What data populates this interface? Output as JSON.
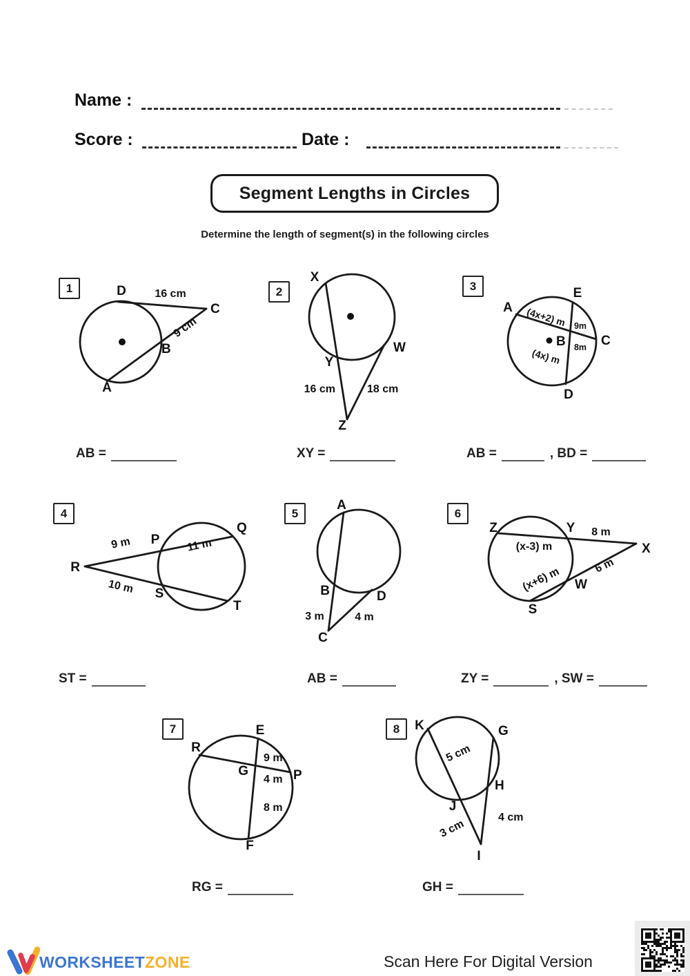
{
  "header": {
    "name_label": "Name :",
    "score_label": "Score :",
    "date_label": "Date :"
  },
  "title": "Segment Lengths in Circles",
  "instructions": "Determine the length of segment(s) in the following circles",
  "problems": [
    {
      "number": "1",
      "labels": {
        "D": "D",
        "C": "C",
        "B": "B",
        "A": "A"
      },
      "measures": {
        "DC": "16 cm",
        "CB": "9 cm"
      },
      "answers": [
        {
          "prefix": "AB ="
        }
      ]
    },
    {
      "number": "2",
      "labels": {
        "X": "X",
        "Y": "Y",
        "W": "W",
        "Z": "Z"
      },
      "measures": {
        "ZY": "16 cm",
        "ZW": "18 cm"
      },
      "answers": [
        {
          "prefix": "XY ="
        }
      ]
    },
    {
      "number": "3",
      "labels": {
        "A": "A",
        "E": "E",
        "B": "B",
        "C": "C",
        "D": "D"
      },
      "measures": {
        "AB": "(4x+2) m",
        "EB": "9m",
        "BC": "8m",
        "BD": "(4x) m"
      },
      "answers": [
        {
          "prefix": "AB ="
        },
        {
          "prefix": ", BD ="
        }
      ]
    },
    {
      "number": "4",
      "labels": {
        "R": "R",
        "P": "P",
        "Q": "Q",
        "S": "S",
        "T": "T"
      },
      "measures": {
        "RP": "9 m",
        "PQ": "11 m",
        "RS": "10 m"
      },
      "answers": [
        {
          "prefix": "ST ="
        }
      ]
    },
    {
      "number": "5",
      "labels": {
        "A": "A",
        "B": "B",
        "C": "C",
        "D": "D"
      },
      "measures": {
        "CB": "3 m",
        "CD": "4 m"
      },
      "answers": [
        {
          "prefix": "AB ="
        }
      ]
    },
    {
      "number": "6",
      "labels": {
        "Z": "Z",
        "Y": "Y",
        "X": "X",
        "W": "W",
        "S": "S"
      },
      "measures": {
        "YX": "8 m",
        "ZY": "(x-3) m",
        "WX": "6 m",
        "SW": "(x+6) m"
      },
      "answers": [
        {
          "prefix": "ZY ="
        },
        {
          "prefix": ", SW ="
        }
      ]
    },
    {
      "number": "7",
      "labels": {
        "R": "R",
        "E": "E",
        "G": "G",
        "P": "P",
        "F": "F"
      },
      "measures": {
        "EG": "9 m",
        "GP": "4 m",
        "GF": "8 m"
      },
      "answers": [
        {
          "prefix": "RG ="
        }
      ]
    },
    {
      "number": "8",
      "labels": {
        "K": "K",
        "G": "G",
        "H": "H",
        "J": "J",
        "I": "I"
      },
      "measures": {
        "KJ": "5 cm",
        "JI": "3 cm",
        "HI": "4 cm"
      },
      "answers": [
        {
          "prefix": "GH ="
        }
      ]
    }
  ],
  "footer": {
    "brand_first": "WORKSHEET",
    "brand_second": "ZONE",
    "scan_text": "Scan Here For Digital Version"
  },
  "colors": {
    "ink": "#1a1a1a",
    "brand_blue": "#3c75d2",
    "brand_yellow": "#f7b02c",
    "brand_red": "#e23c4f"
  }
}
